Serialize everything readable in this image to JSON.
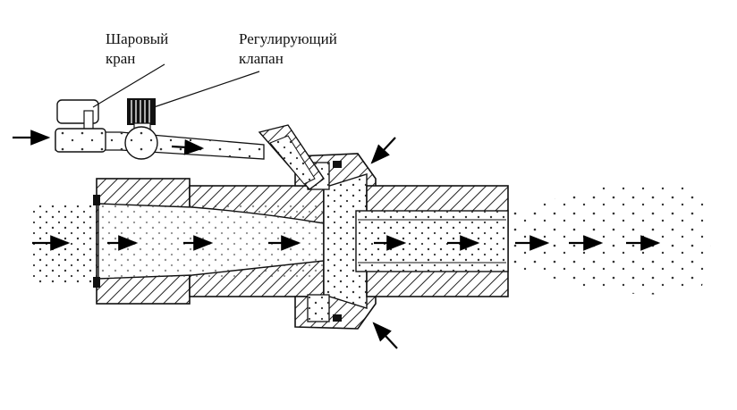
{
  "labels": {
    "ball_valve": [
      "Шаровый",
      "кран"
    ],
    "regulating_valve": [
      "Регулирующий",
      "клапан"
    ]
  },
  "colors": {
    "line": "#111111",
    "hatch": "#222222",
    "background": "#ffffff",
    "arrow": "#000000"
  },
  "icons": [
    "flow-arrow-icon",
    "ball-valve-icon",
    "regulating-valve-icon",
    "ejector-body",
    "particle-stream"
  ]
}
